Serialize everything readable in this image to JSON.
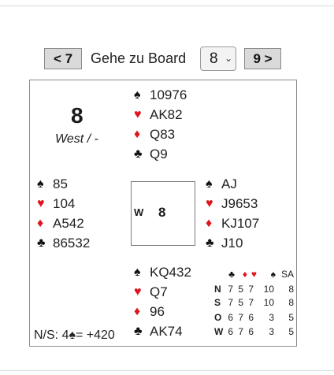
{
  "nav": {
    "prev_label": "< 7",
    "goto_label": "Gehe zu Board",
    "board_select": {
      "selected": "8",
      "chevron": "⌄"
    },
    "next_label": "9 >"
  },
  "board": {
    "number": "8",
    "dealer_vul": "West / -",
    "center_dealer": "W",
    "center_number": "8"
  },
  "suit_colors": {
    "spades": "#111111",
    "hearts": "#e0141e",
    "diamonds": "#e0141e",
    "clubs": "#111111"
  },
  "suits": {
    "spades": "♠",
    "hearts": "♥",
    "diamonds": "♦",
    "clubs": "♣"
  },
  "hands": {
    "north": {
      "spades": "10976",
      "hearts": "AK82",
      "diamonds": "Q83",
      "clubs": "Q9"
    },
    "west": {
      "spades": "85",
      "hearts": "104",
      "diamonds": "A542",
      "clubs": "86532"
    },
    "east": {
      "spades": "AJ",
      "hearts": "J9653",
      "diamonds": "KJ107",
      "clubs": "J10"
    },
    "south": {
      "spades": "KQ432",
      "hearts": "Q7",
      "diamonds": "96",
      "clubs": "AK74"
    }
  },
  "contract": "N/S: 4♠= +420",
  "double_dummy": {
    "headers": [
      "♣",
      "♦",
      "♥",
      "♠",
      "SA"
    ],
    "rows": [
      {
        "seat": "N",
        "values": [
          "7",
          "5",
          "7",
          "10",
          "8"
        ]
      },
      {
        "seat": "S",
        "values": [
          "7",
          "5",
          "7",
          "10",
          "8"
        ]
      },
      {
        "seat": "O",
        "values": [
          "6",
          "7",
          "6",
          "3",
          "5"
        ]
      },
      {
        "seat": "W",
        "values": [
          "6",
          "7",
          "6",
          "3",
          "5"
        ]
      }
    ]
  }
}
